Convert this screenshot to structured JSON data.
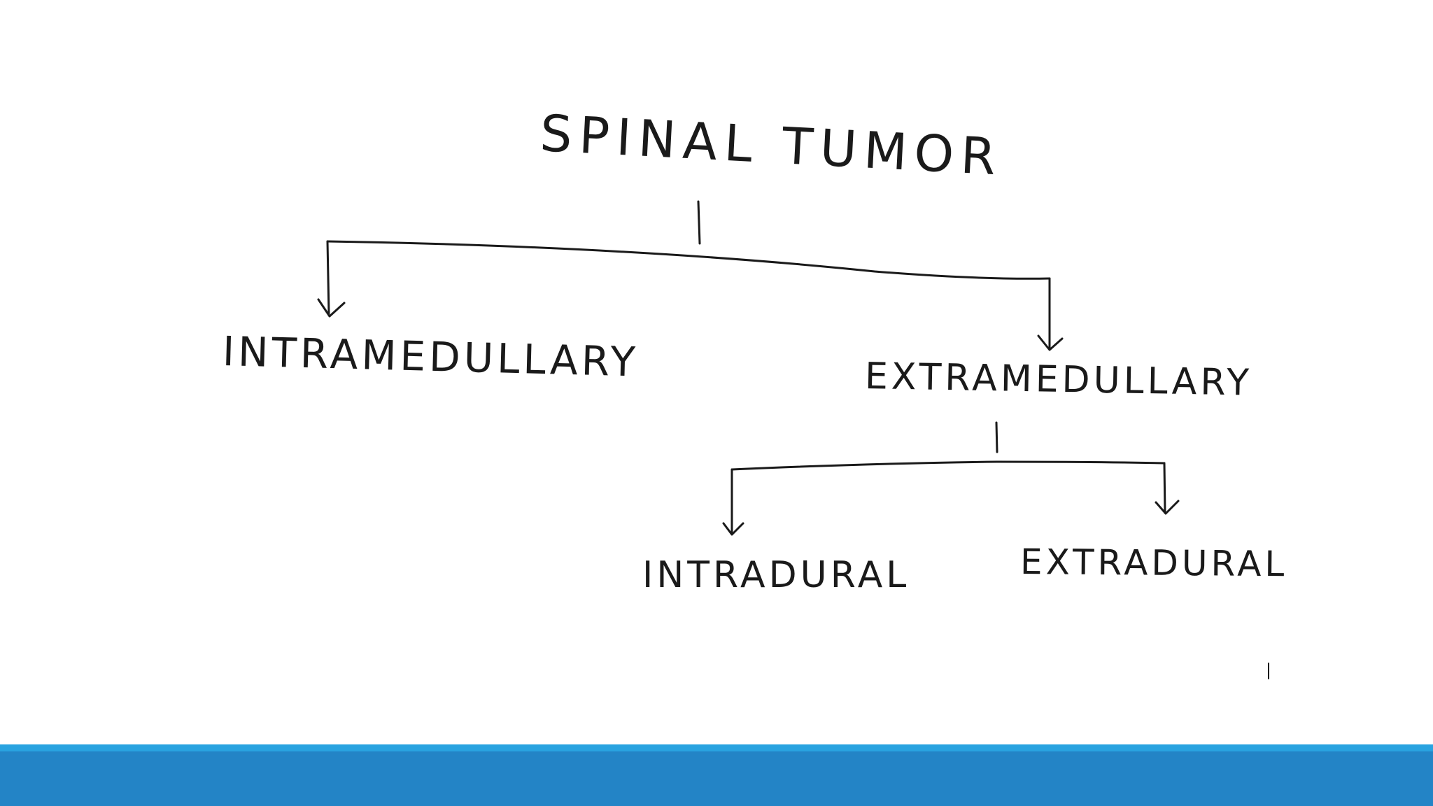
{
  "diagram": {
    "root": "SPINAL TUMOR",
    "level1": {
      "left": "INTRAMEDULLARY",
      "right": "EXTRAMEDULLARY"
    },
    "level2": {
      "left": "INTRADURAL",
      "right": "EXTRADURAL"
    }
  },
  "theme": {
    "footer_strip_color": "#29a3e0",
    "footer_bar_color": "#2384c6",
    "ink_color": "#1a1a1a"
  }
}
